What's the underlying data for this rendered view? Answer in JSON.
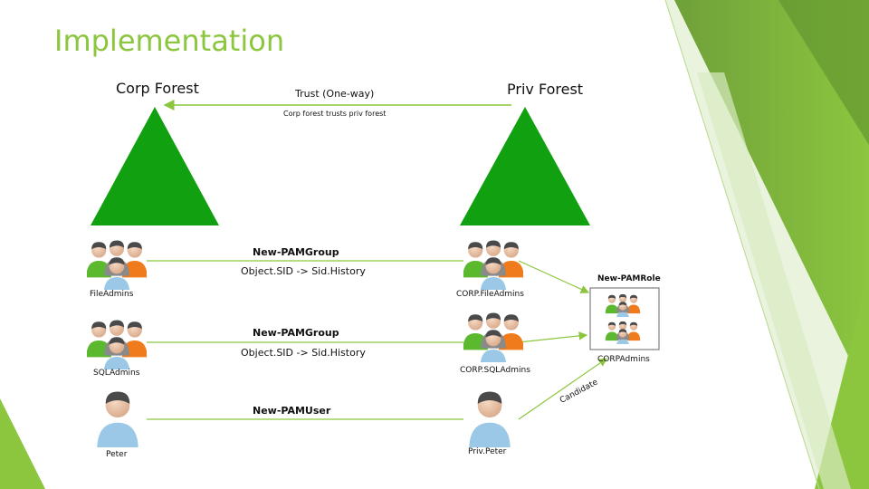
{
  "slide": {
    "title": "Implementation",
    "accent_color": "#8cc63f",
    "triangle_color": "#10a010"
  },
  "forests": {
    "corp": "Corp Forest",
    "priv": "Priv Forest",
    "trust_label": "Trust (One-way)",
    "trust_note": "Corp forest trusts priv forest"
  },
  "rows": [
    {
      "left_label": "FileAdmins",
      "cmd": "New-PAMGroup",
      "detail": "Object.SID -> Sid.History",
      "right_label": "CORP.FileAdmins"
    },
    {
      "left_label": "SQLAdmins",
      "cmd": "New-PAMGroup",
      "detail": "Object.SID -> Sid.History",
      "right_label": "CORP.SQLAdmins"
    },
    {
      "left_label": "Peter",
      "cmd": "New-PAMUser",
      "right_label": "Priv.Peter"
    }
  ],
  "role": {
    "cmd": "New-PAMRole",
    "label": "CORPAdmins",
    "candidate": "Candidate"
  },
  "icons": {
    "group": "user-group-icon",
    "user": "user-icon"
  }
}
